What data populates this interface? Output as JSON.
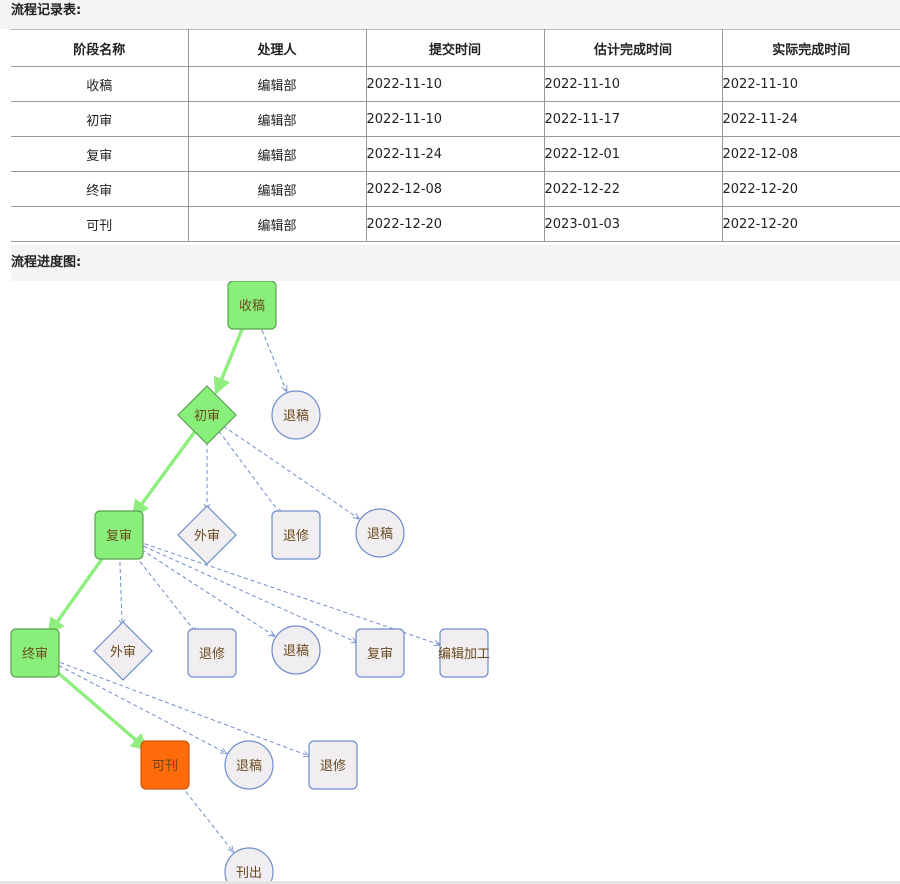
{
  "records_title": "流程记录表:",
  "progress_title": "流程进度图:",
  "table": {
    "headers": [
      "阶段名称",
      "处理人",
      "提交时间",
      "估计完成时间",
      "实际完成时间"
    ],
    "rows": [
      [
        "收稿",
        "编辑部",
        "2022-11-10",
        "2022-11-10",
        "2022-11-10"
      ],
      [
        "初审",
        "编辑部",
        "2022-11-10",
        "2022-11-17",
        "2022-11-24"
      ],
      [
        "复审",
        "编辑部",
        "2022-11-24",
        "2022-12-01",
        "2022-12-08"
      ],
      [
        "终审",
        "编辑部",
        "2022-12-08",
        "2022-12-22",
        "2022-12-20"
      ],
      [
        "可刊",
        "编辑部",
        "2022-12-20",
        "2023-01-03",
        "2022-12-20"
      ]
    ]
  },
  "colors": {
    "completed": "#88f07a",
    "current": "#ff6a0a",
    "pending": "#f0eef0",
    "node_border": "#6f8ccc",
    "active_edge": "#90ee80",
    "option_edge": "#6f8ccc"
  },
  "diagram": {
    "nodes": [
      {
        "id": "n1",
        "label": "收稿",
        "shape": "rounded-rect",
        "status": "completed"
      },
      {
        "id": "n2",
        "label": "退稿",
        "shape": "circle",
        "status": "pending"
      },
      {
        "id": "n3",
        "label": "初审",
        "shape": "diamond",
        "status": "completed"
      },
      {
        "id": "n4",
        "label": "复审",
        "shape": "rounded-rect",
        "status": "completed"
      },
      {
        "id": "n5",
        "label": "外审",
        "shape": "diamond",
        "status": "pending"
      },
      {
        "id": "n6",
        "label": "退修",
        "shape": "rounded-rect",
        "status": "pending"
      },
      {
        "id": "n7",
        "label": "退稿",
        "shape": "circle",
        "status": "pending"
      },
      {
        "id": "n8",
        "label": "终审",
        "shape": "rounded-rect",
        "status": "completed"
      },
      {
        "id": "n9",
        "label": "外审",
        "shape": "diamond",
        "status": "pending"
      },
      {
        "id": "n10",
        "label": "退修",
        "shape": "rounded-rect",
        "status": "pending"
      },
      {
        "id": "n11",
        "label": "退稿",
        "shape": "circle",
        "status": "pending"
      },
      {
        "id": "n12",
        "label": "复审",
        "shape": "rounded-rect",
        "status": "pending"
      },
      {
        "id": "n13",
        "label": "编辑加工",
        "shape": "rounded-rect",
        "status": "pending"
      },
      {
        "id": "n14",
        "label": "可刊",
        "shape": "rounded-rect",
        "status": "current"
      },
      {
        "id": "n15",
        "label": "退稿",
        "shape": "circle",
        "status": "pending"
      },
      {
        "id": "n16",
        "label": "退修",
        "shape": "rounded-rect",
        "status": "pending"
      },
      {
        "id": "n17",
        "label": "刊出",
        "shape": "circle",
        "status": "pending"
      }
    ],
    "edges": [
      {
        "from": "n1",
        "to": "n3",
        "kind": "active"
      },
      {
        "from": "n1",
        "to": "n2",
        "kind": "option"
      },
      {
        "from": "n3",
        "to": "n4",
        "kind": "active"
      },
      {
        "from": "n3",
        "to": "n5",
        "kind": "option"
      },
      {
        "from": "n3",
        "to": "n6",
        "kind": "option"
      },
      {
        "from": "n3",
        "to": "n7",
        "kind": "option"
      },
      {
        "from": "n4",
        "to": "n8",
        "kind": "active"
      },
      {
        "from": "n4",
        "to": "n9",
        "kind": "option"
      },
      {
        "from": "n4",
        "to": "n10",
        "kind": "option"
      },
      {
        "from": "n4",
        "to": "n11",
        "kind": "option"
      },
      {
        "from": "n4",
        "to": "n12",
        "kind": "option"
      },
      {
        "from": "n4",
        "to": "n13",
        "kind": "option"
      },
      {
        "from": "n8",
        "to": "n14",
        "kind": "active"
      },
      {
        "from": "n8",
        "to": "n15",
        "kind": "option"
      },
      {
        "from": "n8",
        "to": "n16",
        "kind": "option"
      },
      {
        "from": "n14",
        "to": "n17",
        "kind": "option"
      }
    ]
  }
}
